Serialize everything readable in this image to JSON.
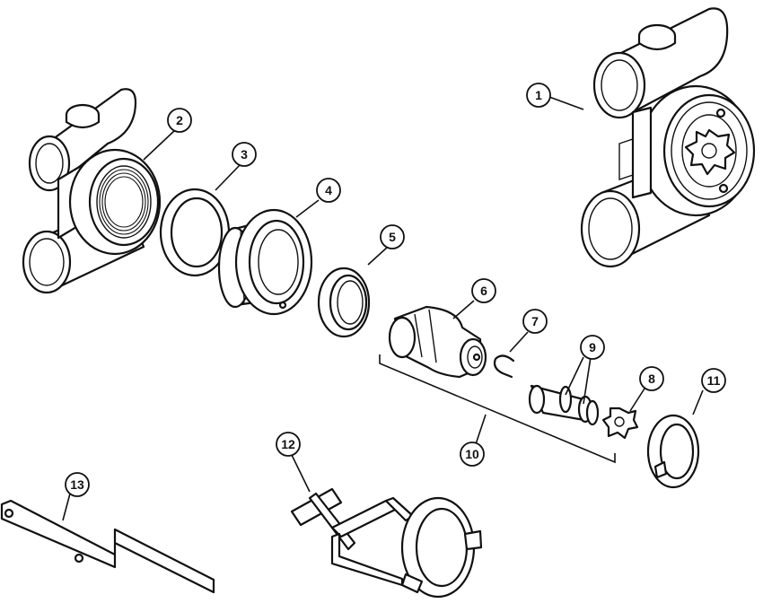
{
  "callouts": [
    {
      "id": "c1",
      "label": "1"
    },
    {
      "id": "c2",
      "label": "2"
    },
    {
      "id": "c3",
      "label": "3"
    },
    {
      "id": "c4",
      "label": "4"
    },
    {
      "id": "c5",
      "label": "5"
    },
    {
      "id": "c6",
      "label": "6"
    },
    {
      "id": "c7",
      "label": "7"
    },
    {
      "id": "c8",
      "label": "8"
    },
    {
      "id": "c9",
      "label": "9"
    },
    {
      "id": "c10",
      "label": "10"
    },
    {
      "id": "c11",
      "label": "11"
    },
    {
      "id": "c12",
      "label": "12"
    },
    {
      "id": "c13",
      "label": "13"
    }
  ],
  "style": {
    "ink": "#111111",
    "paper": "#ffffff"
  }
}
